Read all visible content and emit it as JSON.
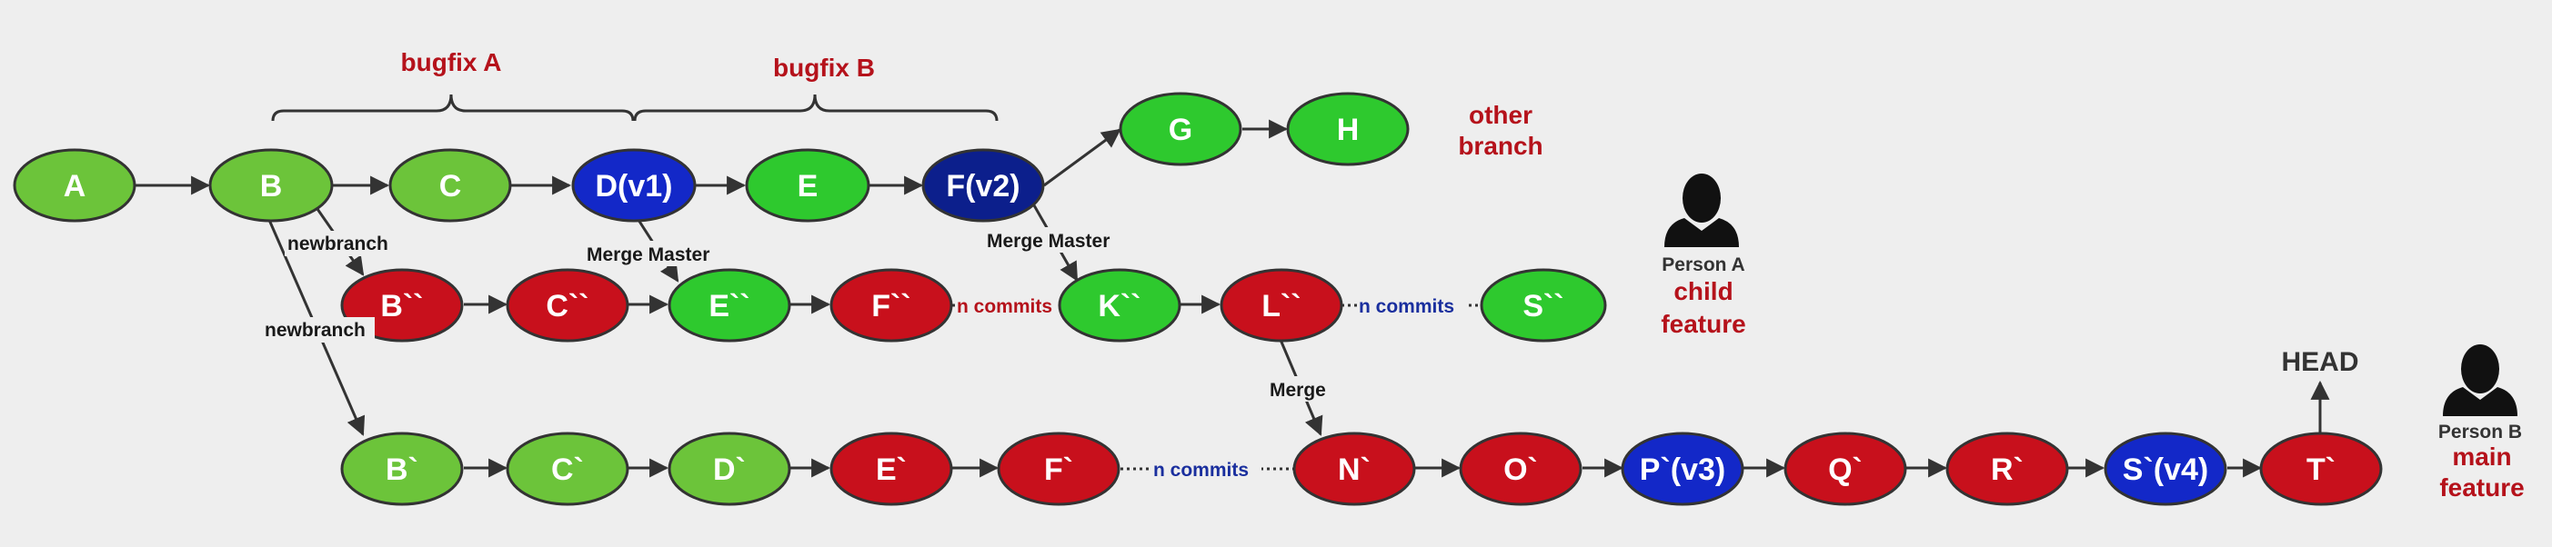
{
  "colors": {
    "green": "#2ec92e",
    "lime": "#6cc43a",
    "red": "#c8101c",
    "blue": "#1328c8",
    "navy": "#0c1f8c",
    "edge": "#333333",
    "text_red": "#b5121b",
    "text_blue": "#1a2f9e",
    "background": "#eeeeee"
  },
  "nodes": {
    "A": "A",
    "B": "B",
    "C": "C",
    "Dv1": "D(v1)",
    "E": "E",
    "Fv2": "F(v2)",
    "G": "G",
    "H": "H",
    "B2": "B``",
    "C2": "C``",
    "E2": "E``",
    "F2": "F``",
    "K2": "K``",
    "L2": "L``",
    "S2": "S``",
    "B1": "B`",
    "C1": "C`",
    "D1": "D`",
    "E1": "E`",
    "F1": "F`",
    "N1": "N`",
    "O1": "O`",
    "Pv3": "P`(v3)",
    "Q1": "Q`",
    "R1": "R`",
    "Sv4": "S`(v4)",
    "T1": "T`"
  },
  "braces": {
    "bugfix_a": "bugfix A",
    "bugfix_b": "bugfix B"
  },
  "edge_labels": {
    "newbranch_upper": "newbranch",
    "newbranch_lower": "newbranch",
    "merge_master_1": "Merge Master",
    "merge_master_2": "Merge Master",
    "merge": "Merge",
    "n_commits_red": "n commits",
    "n_commits_blue_mid": "n commits",
    "n_commits_blue_bottom": "n commits"
  },
  "annotations": {
    "other_branch_line1": "other",
    "other_branch_line2": "branch",
    "person_a": "Person A",
    "child_feature_line1": "child",
    "child_feature_line2": "feature",
    "person_b": "Person B",
    "main_feature_line1": "main",
    "main_feature_line2": "feature",
    "head": "HEAD"
  },
  "icons": {
    "person_a": "person-icon",
    "person_b": "person-icon"
  }
}
